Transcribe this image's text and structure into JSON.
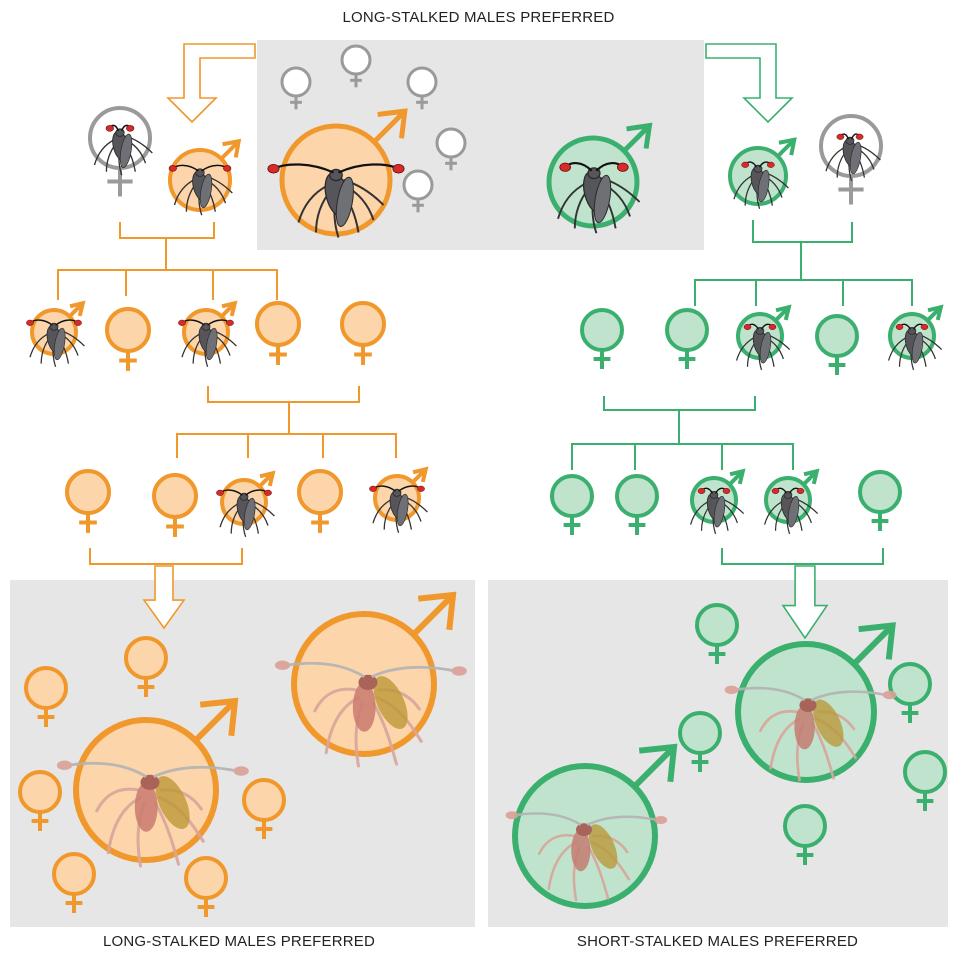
{
  "captions": {
    "top": "LONG-STALKED MALES PREFERRED",
    "bottom_left": "LONG-STALKED MALES PREFERRED",
    "bottom_right": "SHORT-STALKED MALES PREFERRED"
  },
  "colors": {
    "long_stroke": "#f0982c",
    "long_fill": "#fdd5aa",
    "short_stroke": "#3bb06e",
    "short_fill": "#bfe3cc",
    "female_stroke": "#9a9a9a",
    "panel": "#e6e6e6",
    "fly_body": "#55555a",
    "eye": "#d52b2b"
  },
  "icons": [
    "female-symbol-icon",
    "male-symbol-icon",
    "stalk-eyed-fly-icon",
    "down-arrow-icon"
  ]
}
